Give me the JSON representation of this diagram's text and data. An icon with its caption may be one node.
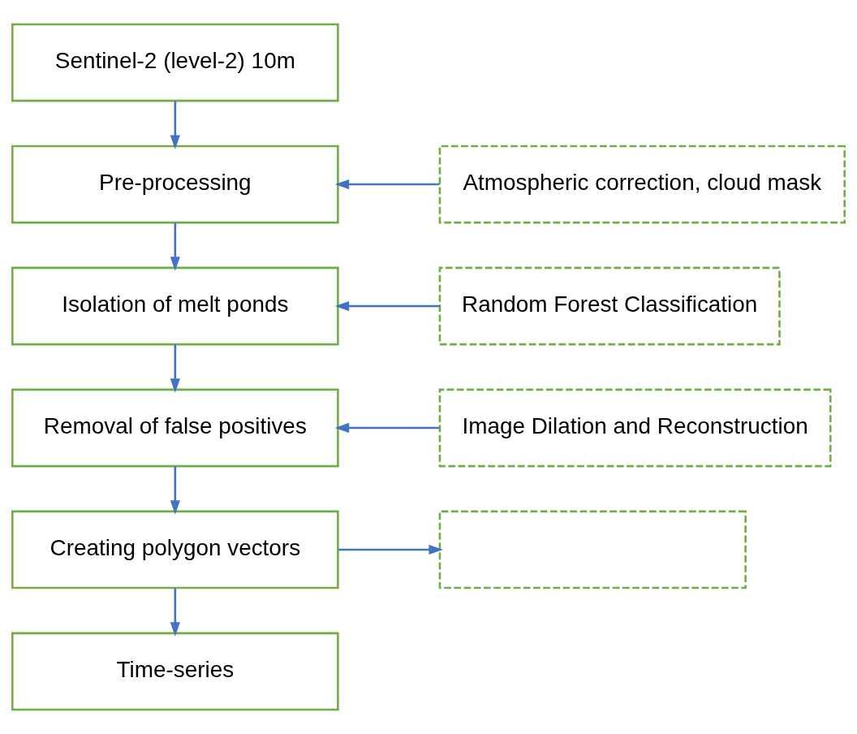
{
  "diagram": {
    "nodes": [
      {
        "text": [
          "Sentinel-2 (level-2) 10m"
        ]
      },
      {
        "text": [
          "Pre-processing"
        ]
      },
      {
        "text": [
          "Atmospheric correction, cloud mask"
        ]
      },
      {
        "text": [
          "Isolation of melt ponds"
        ]
      },
      {
        "text": [
          "Random Forest Classification"
        ]
      },
      {
        "text": [
          "Removal of false positives"
        ]
      },
      {
        "text": [
          "Image Dilation and Reconstruction"
        ]
      },
      {
        "text": [
          "Creating polygon vectors"
        ]
      },
      {
        "text": [],
        "shape": "box"
      },
      {
        "text": [
          "Time-series"
        ]
      }
    ],
    "edges": [
      {
        "from": 0,
        "to": 1,
        "arrow": "to"
      },
      {
        "from": 2,
        "to": 1,
        "arrow": "to"
      },
      {
        "from": 1,
        "to": 3,
        "arrow": "to"
      },
      {
        "from": 4,
        "to": 3,
        "arrow": "to"
      },
      {
        "from": 3,
        "to": 5,
        "arrow": "to"
      },
      {
        "from": 6,
        "to": 5,
        "arrow": "to"
      },
      {
        "from": 5,
        "to": 7,
        "arrow": "to"
      },
      {
        "from": 7,
        "to": 9,
        "arrow": "to"
      },
      {
        "from": 7,
        "to": 8,
        "arrow": "to"
      }
    ]
  }
}
